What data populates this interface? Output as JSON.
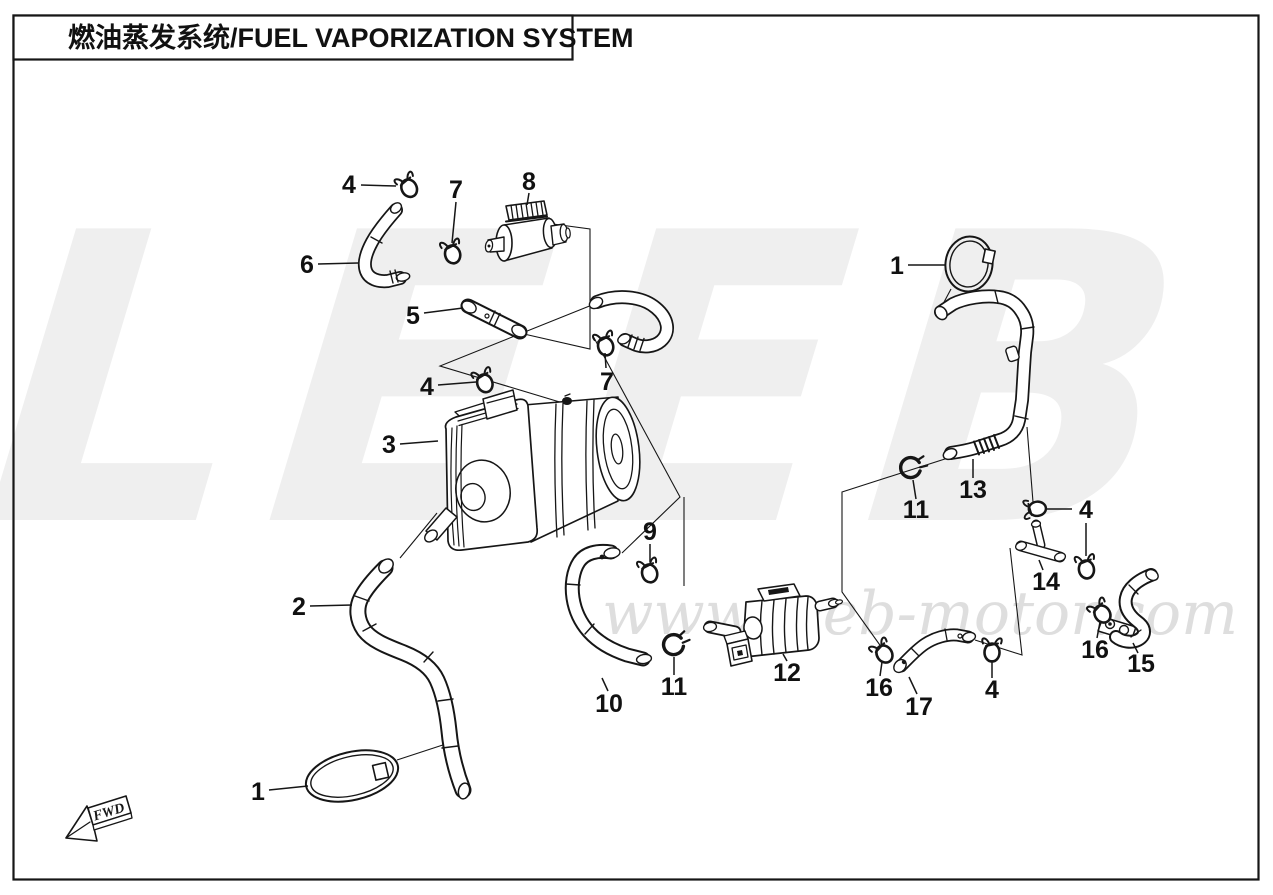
{
  "title": {
    "label": "燃油蒸发系统/FUEL VAPORIZATION SYSTEM"
  },
  "watermark": {
    "brand": "LEEB",
    "url": "www.leeb-motor.com"
  },
  "direction_marker": {
    "label": "FWD"
  },
  "callouts": [
    {
      "part": "4"
    },
    {
      "part": "7"
    },
    {
      "part": "8"
    },
    {
      "part": "6"
    },
    {
      "part": "1"
    },
    {
      "part": "5"
    },
    {
      "part": "4"
    },
    {
      "part": "7"
    },
    {
      "part": "3"
    },
    {
      "part": "11"
    },
    {
      "part": "13"
    },
    {
      "part": "4"
    },
    {
      "part": "14"
    },
    {
      "part": "9"
    },
    {
      "part": "2"
    },
    {
      "part": "16"
    },
    {
      "part": "15"
    },
    {
      "part": "12"
    },
    {
      "part": "11"
    },
    {
      "part": "10"
    },
    {
      "part": "16"
    },
    {
      "part": "17"
    },
    {
      "part": "4"
    },
    {
      "part": "1"
    }
  ]
}
